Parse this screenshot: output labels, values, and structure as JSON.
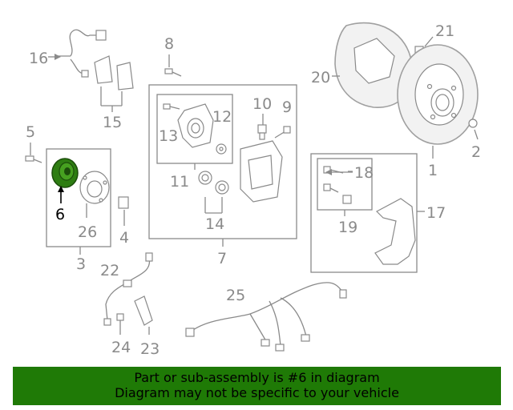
{
  "diagram": {
    "callouts": [
      "1",
      "2",
      "3",
      "4",
      "5",
      "6",
      "7",
      "8",
      "9",
      "10",
      "11",
      "12",
      "13",
      "14",
      "15",
      "16",
      "17",
      "18",
      "19",
      "20",
      "21",
      "22",
      "23",
      "24",
      "25",
      "26"
    ],
    "highlighted_callout": "6",
    "colors": {
      "highlight": "#2e7d12",
      "parts": "#8a8a8a",
      "banner": "#1f7a06"
    }
  },
  "banner": {
    "line1": "Part or sub-assembly is #6 in diagram",
    "line2": "Diagram may not be specific to your vehicle"
  }
}
